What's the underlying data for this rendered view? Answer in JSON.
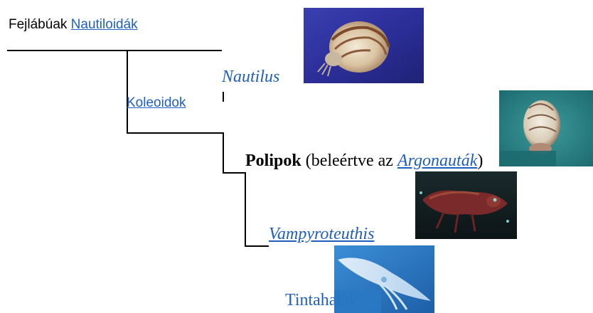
{
  "header": {
    "root_label": "Fejlábúak",
    "root_link": "Nautiloidák"
  },
  "taxa": {
    "nautilus": "Nautilus",
    "koleoidok": "Koleoidok",
    "polipok_bold": "Polipok",
    "polipok_rest_open": "(beleértve az ",
    "argonauta": "Argonauták",
    "polipok_close": ")",
    "vampyroteuthis": "Vampyroteuthis",
    "tintahalak": "Tintahalak"
  },
  "images": {
    "nautilus": "nautilus-photo",
    "argonauta": "argonaut-photo",
    "vampyroteuthis": "vampire-squid-photo",
    "tintahal": "squid-photo"
  },
  "colors": {
    "link": "#1f5fbf",
    "tree_line": "#000000"
  }
}
